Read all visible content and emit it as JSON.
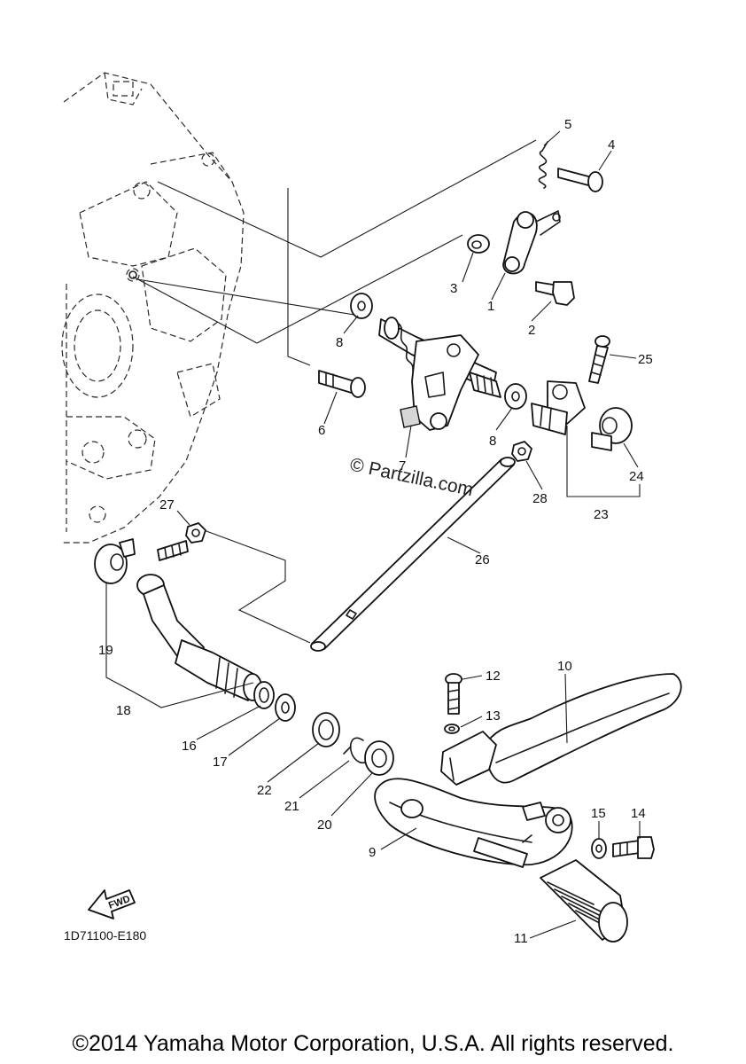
{
  "diagram": {
    "part_numbers": {
      "p1": "1",
      "p2": "2",
      "p3": "3",
      "p4": "4",
      "p5": "5",
      "p6": "6",
      "p7": "7",
      "p8a": "8",
      "p8b": "8",
      "p9": "9",
      "p10": "10",
      "p11": "11",
      "p12": "12",
      "p13": "13",
      "p14": "14",
      "p15": "15",
      "p16": "16",
      "p17": "17",
      "p18": "18",
      "p19": "19",
      "p20": "20",
      "p21": "21",
      "p22": "22",
      "p23": "23",
      "p24": "24",
      "p25": "25",
      "p26": "26",
      "p27": "27",
      "p28": "28"
    },
    "watermark": "© Partzilla.com",
    "fwd_label": "FWD",
    "drawing_code": "1D71100-E180"
  },
  "footer": {
    "copyright": "©2014 Yamaha Motor Corporation, U.S.A. All rights reserved."
  }
}
